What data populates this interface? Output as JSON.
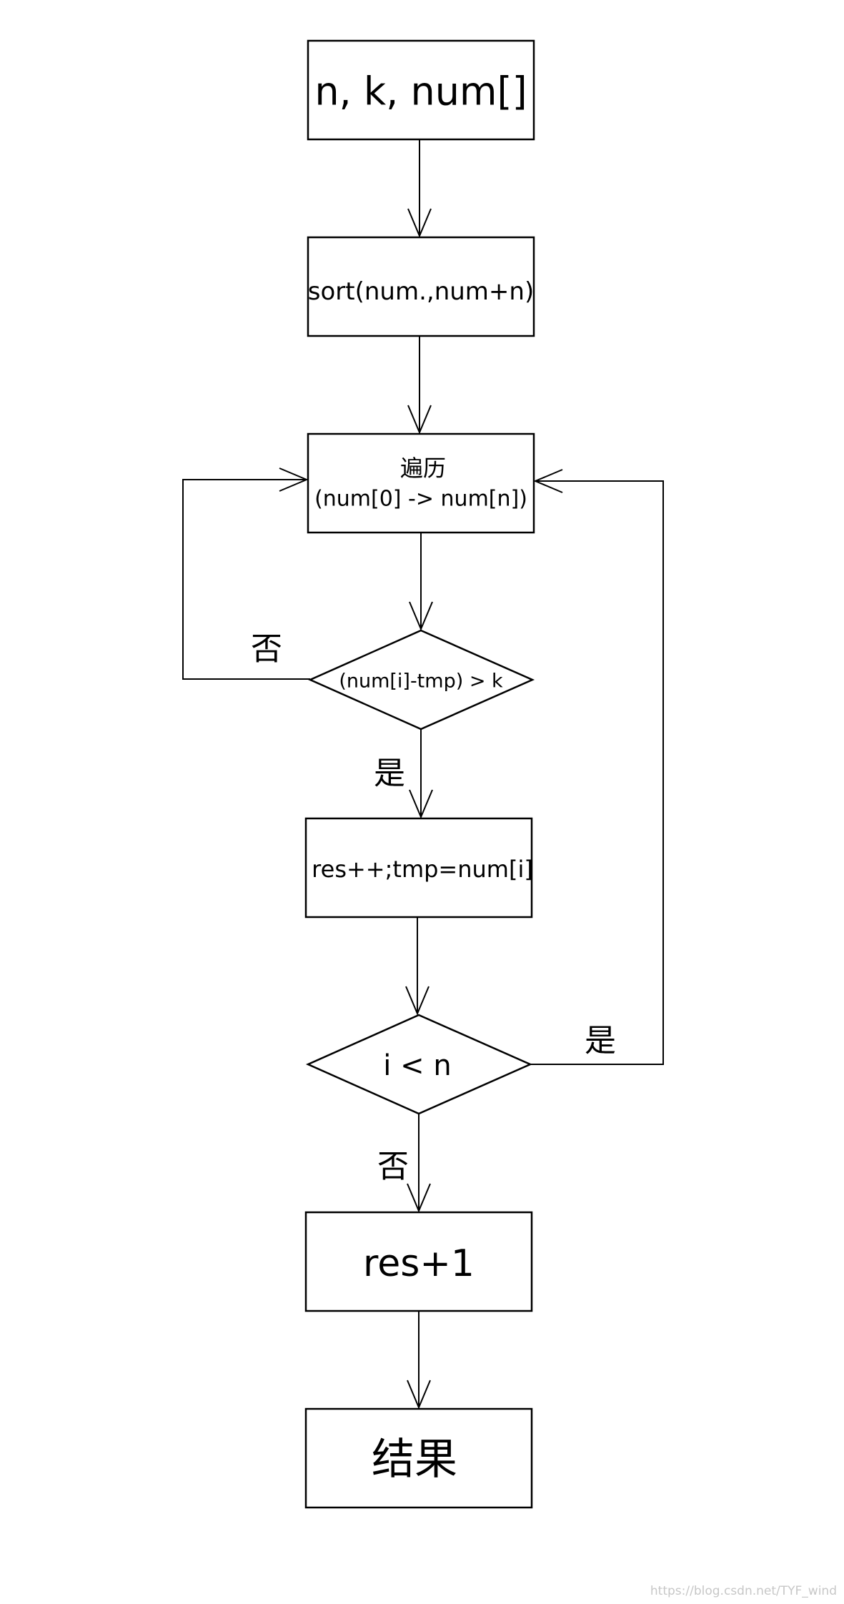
{
  "nodes": {
    "input": "n, k, num[]",
    "sort": "sort(num.,num+n)",
    "traverse_line1": "遍历",
    "traverse_line2": "(num[0] -> num[n])",
    "condition": "(num[i]-tmp) > k",
    "update": "res++;tmp=num[i]",
    "loop_check": "i < n",
    "increment": "res+1",
    "result": "结果"
  },
  "edge_labels": {
    "condition_no": "否",
    "condition_yes": "是",
    "loop_yes": "是",
    "loop_no": "否"
  },
  "watermark": "https://blog.csdn.net/TYF_wind"
}
